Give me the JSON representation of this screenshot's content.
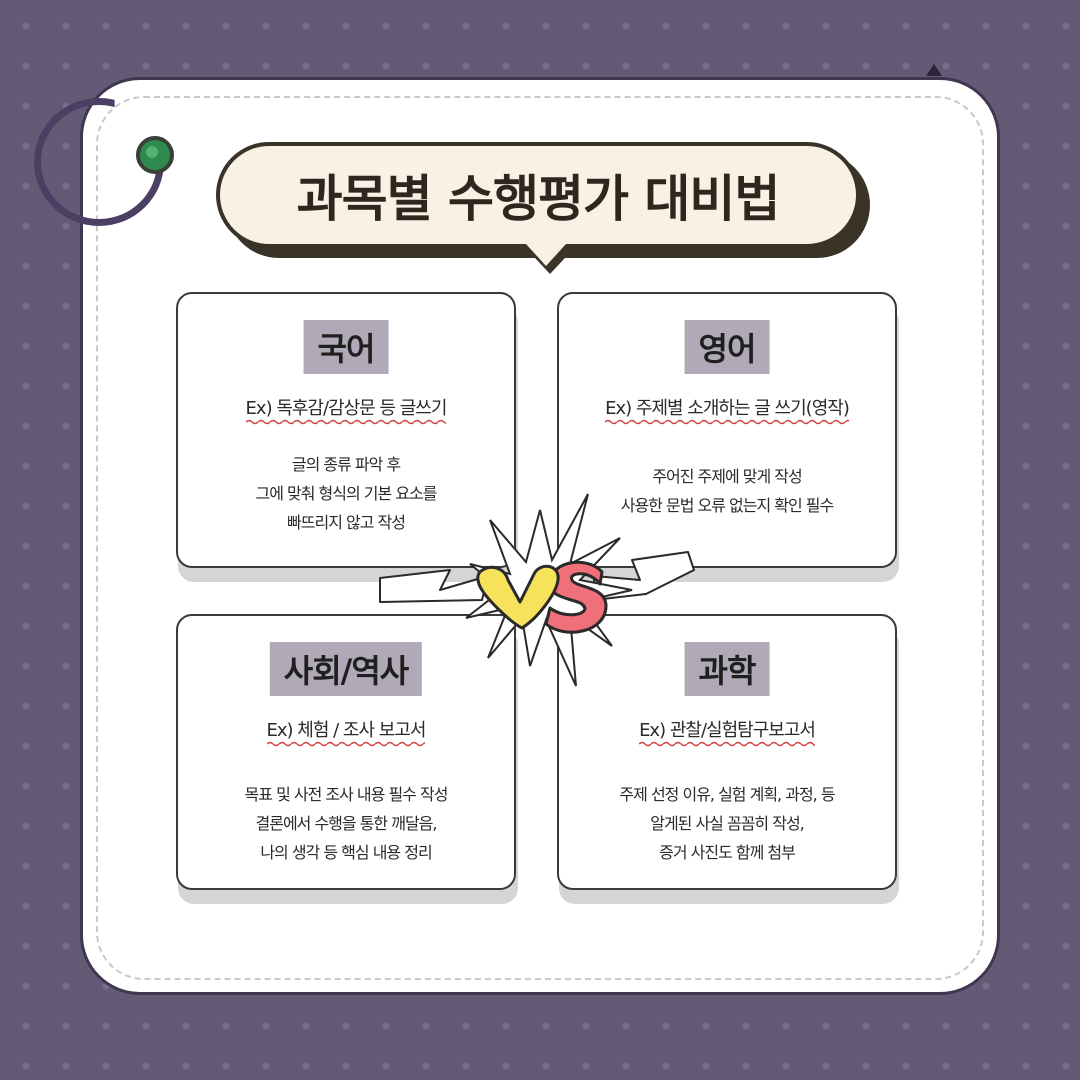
{
  "title": "과목별 수행평가 대비법",
  "vs_label": "VS",
  "subjects": [
    {
      "label": "국어",
      "example": "Ex) 독후감/감상문 등 글쓰기",
      "desc": [
        "글의 종류 파악 후",
        "그에 맞춰 형식의 기본 요소를",
        "빠뜨리지 않고 작성"
      ]
    },
    {
      "label": "영어",
      "example": "Ex) 주제별 소개하는 글 쓰기(영작)",
      "desc": [
        "주어진 주제에 맞게 작성",
        "사용한 문법 오류 없는지 확인 필수"
      ]
    },
    {
      "label": "사회/역사",
      "example": "Ex) 체험 / 조사 보고서",
      "desc": [
        "목표 및 사전 조사 내용 필수 작성",
        "결론에서 수행을 통한 깨달음,",
        "나의 생각 등 핵심 내용 정리"
      ]
    },
    {
      "label": "과학",
      "example": "Ex) 관찰/실험탐구보고서",
      "desc": [
        "주제 선정 이유, 실험 계획, 과정, 등",
        "알게된 사실 꼼꼼히 작성,",
        "증거 사진도 함께 첨부"
      ]
    }
  ],
  "colors": {
    "background": "#655a76",
    "label_bg": "#b0a9b7",
    "title_bubble": "#f8f2e4",
    "v_yellow": "#f7e25c",
    "s_pink": "#f0707a",
    "pin_green": "#2e8a4f"
  }
}
